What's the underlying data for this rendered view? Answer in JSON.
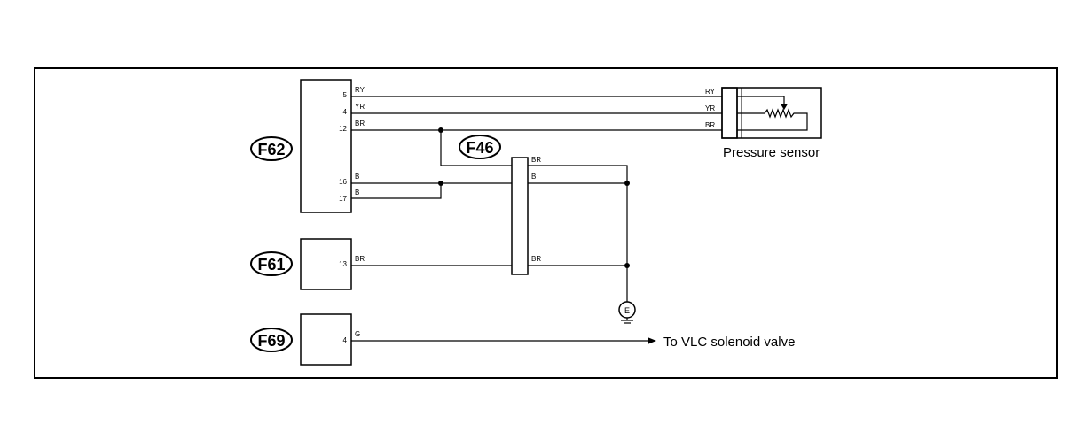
{
  "connectors": {
    "f62": "F62",
    "f46": "F46",
    "f61": "F61",
    "f69": "F69"
  },
  "pins": {
    "f62_5": "5",
    "f62_4": "4",
    "f62_12": "12",
    "f62_16": "16",
    "f62_17": "17",
    "f61_13": "13",
    "f69_4": "4"
  },
  "wire_colors": {
    "f62_5": "RY",
    "f62_4": "YR",
    "f62_12": "BR",
    "f62_16": "B",
    "f62_17": "B",
    "sensor_ry": "RY",
    "sensor_yr": "YR",
    "sensor_br": "BR",
    "f46_top": "BR",
    "f46_mid": "B",
    "f46_bottom": "BR",
    "f61_13": "BR",
    "f69_4": "G"
  },
  "labels": {
    "pressure_sensor": "Pressure sensor",
    "vlc_valve": "To VLC solenoid valve",
    "ground": "E"
  }
}
